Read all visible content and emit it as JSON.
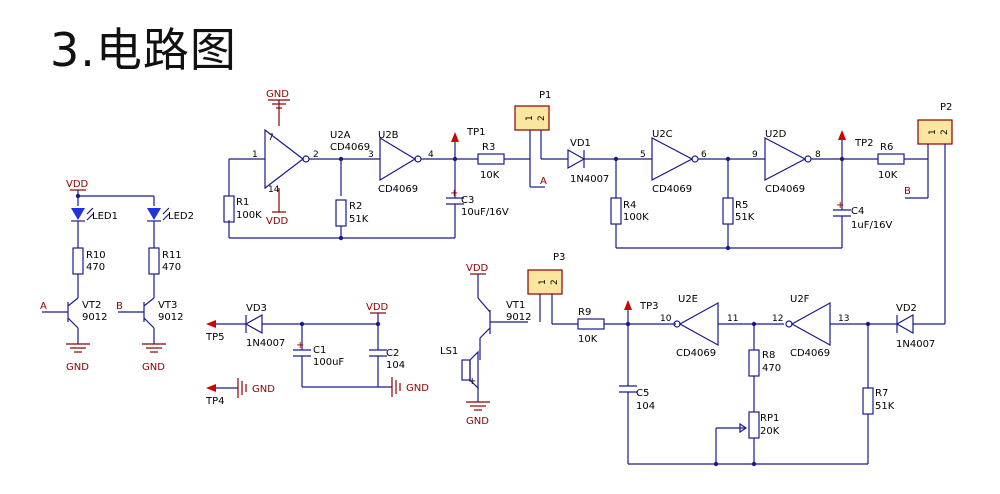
{
  "title": "3.电路图",
  "power": {
    "gnd": "GND",
    "vdd": "VDD"
  },
  "ports": {
    "a": "A",
    "b": "B"
  },
  "ic": {
    "name": "CD4069",
    "u2a": "U2A",
    "u2b": "U2B",
    "u2c": "U2C",
    "u2d": "U2D",
    "u2e": "U2E",
    "u2f": "U2F"
  },
  "headers": {
    "p1": "P1",
    "p2": "P2",
    "p3": "P3",
    "pin1": "1",
    "pin2": "2"
  },
  "testpoints": {
    "tp1": "TP1",
    "tp2": "TP2",
    "tp3": "TP3",
    "tp4": "TP4",
    "tp5": "TP5"
  },
  "resistors": {
    "r1": {
      "ref": "R1",
      "val": "100K"
    },
    "r2": {
      "ref": "R2",
      "val": "51K"
    },
    "r3": {
      "ref": "R3",
      "val": "10K"
    },
    "r4": {
      "ref": "R4",
      "val": "100K"
    },
    "r5": {
      "ref": "R5",
      "val": "51K"
    },
    "r6": {
      "ref": "R6",
      "val": "10K"
    },
    "r7": {
      "ref": "R7",
      "val": "51K"
    },
    "r8": {
      "ref": "R8",
      "val": "470"
    },
    "r9": {
      "ref": "R9",
      "val": "10K"
    },
    "r10": {
      "ref": "R10",
      "val": "470"
    },
    "r11": {
      "ref": "R11",
      "val": "470"
    },
    "rp1": {
      "ref": "RP1",
      "val": "20K"
    }
  },
  "capacitors": {
    "c1": {
      "ref": "C1",
      "val": "100uF"
    },
    "c2": {
      "ref": "C2",
      "val": "104"
    },
    "c3": {
      "ref": "C3",
      "val": "10uF/16V"
    },
    "c4": {
      "ref": "C4",
      "val": "1uF/16V"
    },
    "c5": {
      "ref": "C5",
      "val": "104"
    }
  },
  "diodes": {
    "vd1": {
      "ref": "VD1",
      "val": "1N4007"
    },
    "vd2": {
      "ref": "VD2",
      "val": "1N4007"
    },
    "vd3": {
      "ref": "VD3",
      "val": "1N4007"
    }
  },
  "transistors": {
    "vt1": {
      "ref": "VT1",
      "val": "9012"
    },
    "vt2": {
      "ref": "VT2",
      "val": "9012"
    },
    "vt3": {
      "ref": "VT3",
      "val": "9012"
    }
  },
  "leds": {
    "led1": "LED1",
    "led2": "LED2"
  },
  "speaker": {
    "ref": "LS1",
    "plus": "+"
  },
  "pins": {
    "p1": "1",
    "p2": "2",
    "p3": "3",
    "p4": "4",
    "p5": "5",
    "p6": "6",
    "p7": "7",
    "p8": "8",
    "p9": "9",
    "p10": "10",
    "p11": "11",
    "p12": "12",
    "p13": "13",
    "p14": "14"
  },
  "colors": {
    "wire": "#1a1a8c",
    "power": "#8c0000",
    "testpoint": "#d40000",
    "header_fill": "#fbe6a0"
  }
}
